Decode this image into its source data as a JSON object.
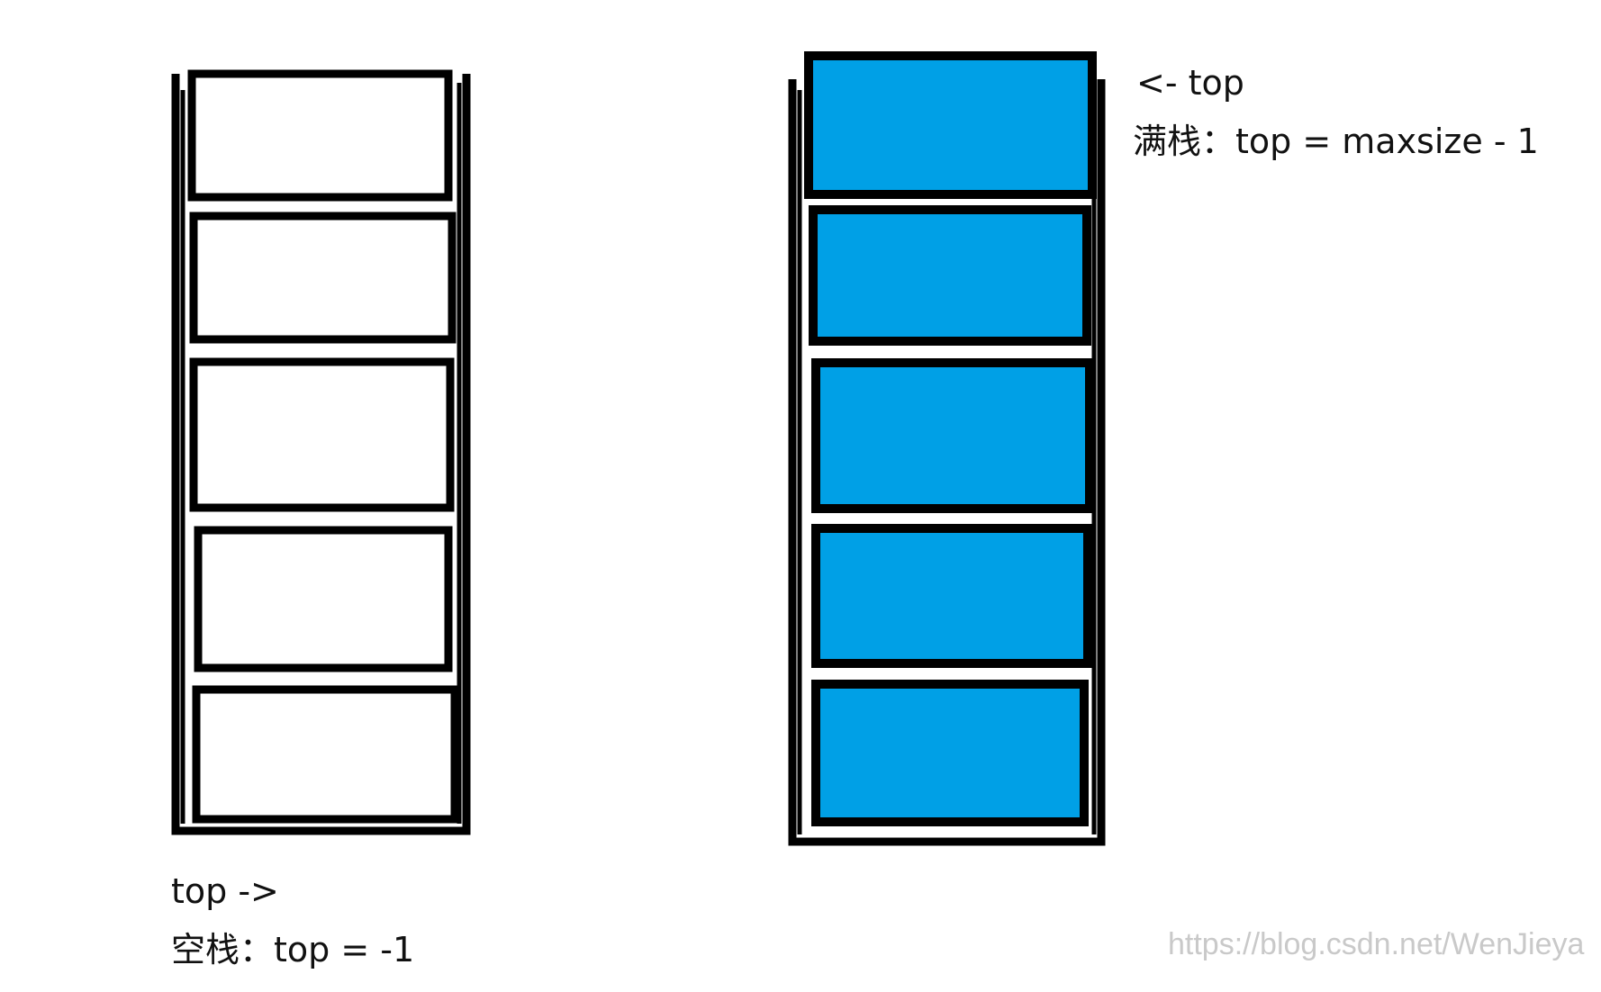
{
  "colors": {
    "background": "#ffffff",
    "stroke": "#000000",
    "full_slot_fill": "#00a0e6",
    "empty_slot_fill": "#ffffff",
    "label_text": "#111111",
    "watermark_text": "#c9c9c9"
  },
  "empty_stack": {
    "slot_count": 5,
    "pointer_label": "top ->",
    "caption": "空栈：top = -1"
  },
  "full_stack": {
    "slot_count": 5,
    "pointer_label": "<- top",
    "caption": "满栈：top = maxsize - 1"
  },
  "watermark": "https://blog.csdn.net/WenJieya"
}
